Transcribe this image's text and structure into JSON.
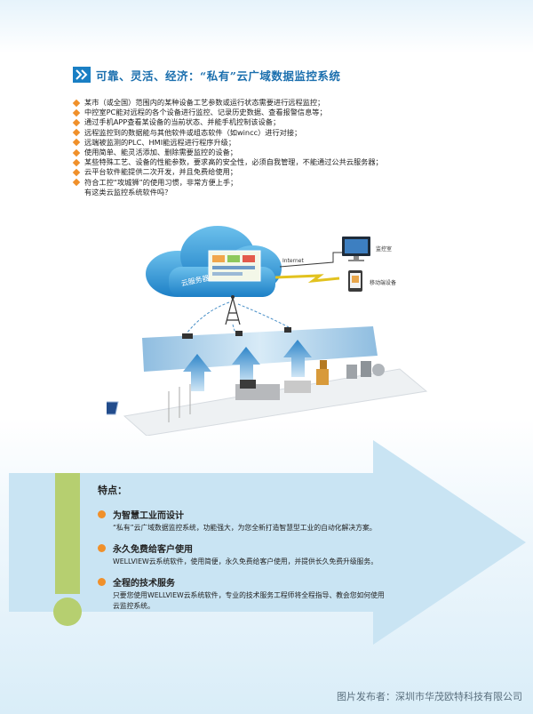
{
  "header": {
    "title": "可靠、灵活、经济：“私有”云广域数据监控系统",
    "icon": "double-chevron-right-icon",
    "accent_color": "#1a7fc4"
  },
  "bullets": [
    "某市（或全国）范围内的某种设备工艺参数或运行状态需要进行远程监控；",
    "中控室PC能对远程的各个设备进行监控、记录历史数据、查看报警信息等；",
    "通过手机APP查看某设备的当前状态、并能手机控制该设备；",
    "远程监控到的数据能与其他软件或组态软件（如wincc）进行对接；",
    "远端被监测的PLC、HMI能远程进行程序升级；",
    "使用简单、能灵活添加、删除需要监控的设备；",
    "某些特殊工艺、设备的性能参数，要求高的安全性，必须自我管理，不能通过公共云服务器；",
    "云平台软件能提供二次开发，并且免费给使用；",
    "符合工控“攻城狮”的使用习惯，非常方便上手；"
  ],
  "bullet_question": "有这类云监控系统软件吗？",
  "diagram": {
    "cloud_label": "云服务器",
    "internet_label": "Internet",
    "control_room_label": "监控室",
    "mobile_label": "移动端设备"
  },
  "features": {
    "heading": "特点：",
    "items": [
      {
        "title": "为智慧工业而设计",
        "desc": [
          "“私有”云广域数据监控系统，功能强大，为您全新打造智慧型工业的自动化解决方案。"
        ]
      },
      {
        "title": "永久免费给客户使用",
        "desc": [
          "WELLVIEW云系统软件，使用简便，永久免费给客户使用，并提供长久免费升级服务。"
        ]
      },
      {
        "title": "全程的技术服务",
        "desc": [
          "只要您使用WELLVIEW云系统软件，专业的技术服务工程师将全程指导、教会您如何使用",
          "云监控系统。"
        ]
      }
    ]
  },
  "footer": "图片发布者：深圳市华茂欧特科技有限公司",
  "colors": {
    "bullet_orange": "#f0902a",
    "arrow_blue": "#c9e4f3",
    "exclaim_green": "#b6cf70"
  }
}
